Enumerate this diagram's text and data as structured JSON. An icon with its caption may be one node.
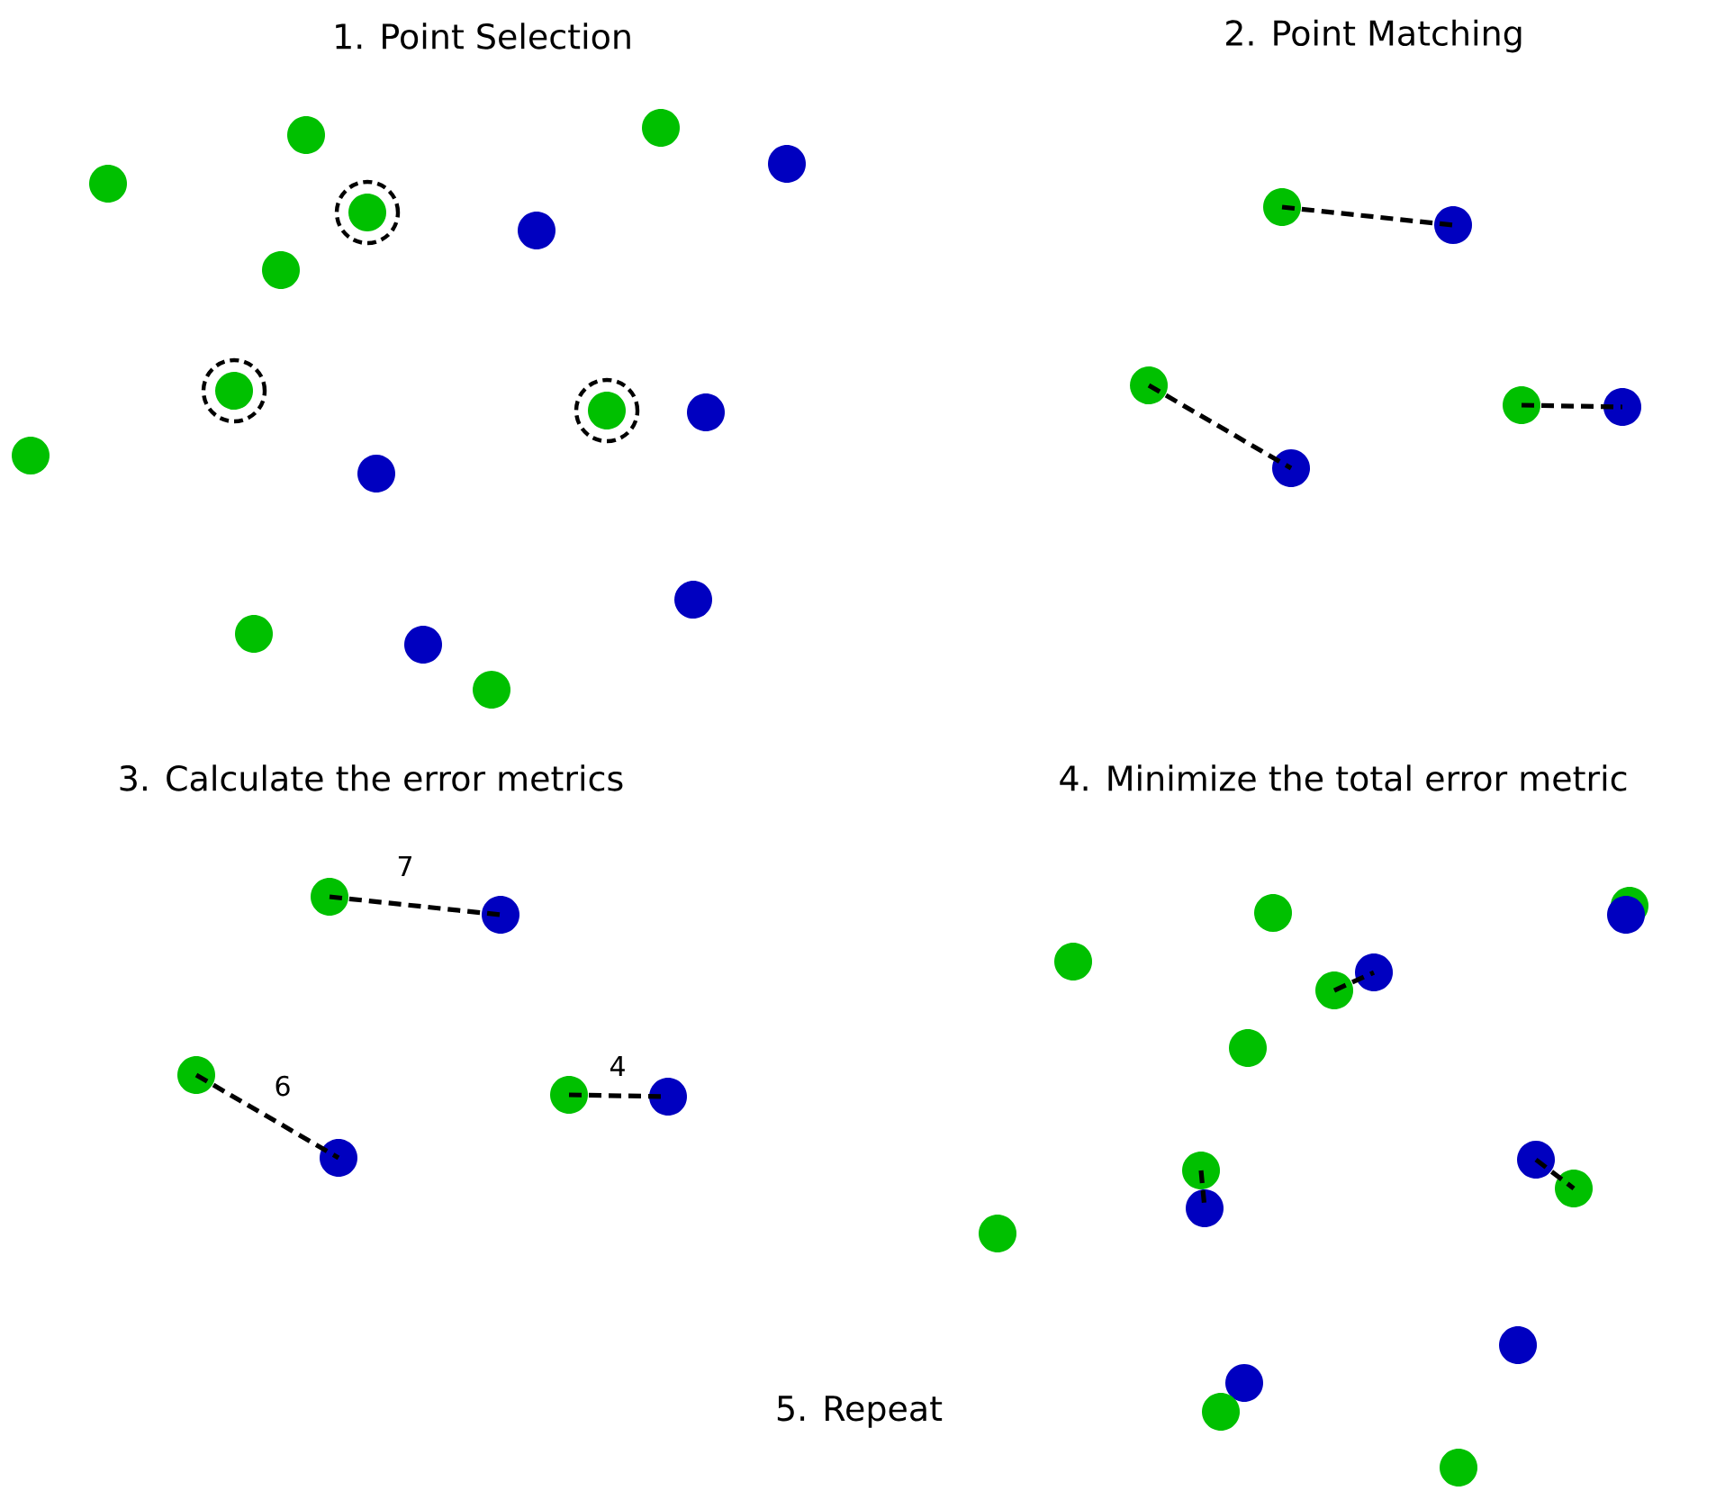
{
  "diagram": {
    "nodes": [
      {
        "text": [],
        "shape": "circle"
      },
      {
        "text": [],
        "shape": "circle"
      },
      {
        "text": [],
        "shape": "circle"
      },
      {
        "text": [],
        "shape": "circle"
      },
      {
        "text": [],
        "shape": "circle"
      },
      {
        "text": [],
        "shape": "circle"
      },
      {
        "text": [],
        "shape": "circle"
      },
      {
        "text": [],
        "shape": "circle"
      },
      {
        "text": [],
        "shape": "circle"
      },
      {
        "text": [],
        "shape": "circle"
      },
      {
        "text": [],
        "shape": "circle"
      },
      {
        "text": [],
        "shape": "circle"
      },
      {
        "text": [],
        "shape": "circle"
      },
      {
        "text": [],
        "shape": "circle"
      },
      {
        "text": [],
        "shape": "circle"
      },
      {
        "text": [],
        "shape": "circle"
      },
      {
        "text": [],
        "shape": "circle"
      },
      {
        "text": [],
        "shape": "circle"
      },
      {
        "text": [],
        "shape": "circle"
      },
      {
        "text": [],
        "shape": "circle"
      },
      {
        "text": [],
        "shape": "circle"
      },
      {
        "text": [],
        "shape": "circle"
      },
      {
        "text": [],
        "shape": "circle"
      },
      {
        "text": [],
        "shape": "circle"
      },
      {
        "text": [],
        "shape": "circle"
      },
      {
        "text": [],
        "shape": "circle"
      },
      {
        "text": [],
        "shape": "circle"
      },
      {
        "text": [],
        "shape": "circle"
      },
      {
        "text": [],
        "shape": "circle"
      },
      {
        "text": [],
        "shape": "circle"
      },
      {
        "text": [],
        "shape": "circle"
      },
      {
        "text": [],
        "shape": "circle"
      },
      {
        "text": [],
        "shape": "circle"
      },
      {
        "text": [],
        "shape": "circle"
      },
      {
        "text": [],
        "shape": "circle"
      },
      {
        "text": [],
        "shape": "circle"
      },
      {
        "text": [],
        "shape": "circle"
      },
      {
        "text": [],
        "shape": "circle"
      },
      {
        "text": [],
        "shape": "circle"
      },
      {
        "text": [],
        "shape": "circle"
      },
      {
        "text": [],
        "shape": "circle"
      },
      {
        "text": [],
        "shape": "circle"
      },
      {
        "text": [],
        "shape": "circle"
      },
      {
        "text": [],
        "shape": "circle"
      }
    ],
    "edges": [
      {
        "from": 16,
        "to": 17,
        "arrow": "none"
      },
      {
        "from": 18,
        "to": 21,
        "arrow": "none"
      },
      {
        "from": 19,
        "to": 20,
        "arrow": "none"
      },
      {
        "from": 22,
        "to": 23,
        "arrow": "none",
        "label": "7"
      },
      {
        "from": 24,
        "to": 27,
        "arrow": "none",
        "label": "6"
      },
      {
        "from": 25,
        "to": 26,
        "arrow": "none",
        "label": "4"
      },
      {
        "from": 33,
        "to": 32,
        "arrow": "none"
      },
      {
        "from": 35,
        "to": 37,
        "arrow": "none"
      },
      {
        "from": 36,
        "to": 38,
        "arrow": "none"
      }
    ],
    "labels": [
      "1. Point Selection",
      "2. Point Matching",
      "3. Calculate the error metrics",
      "4. Minimize the total error metric",
      "5. Repeat"
    ]
  }
}
